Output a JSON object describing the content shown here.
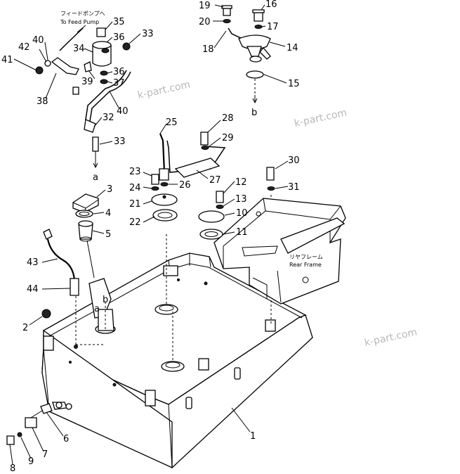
{
  "labels": {
    "feed_pump_jp": "フィードポンプへ",
    "feed_pump_en": "To Feed Pump",
    "rear_frame_jp": "リヤフレーム",
    "rear_frame_en": "Rear Frame"
  },
  "arrow_letters": [
    "a",
    "a",
    "b",
    "b"
  ],
  "watermark": "k-part.com",
  "callouts": [
    "1",
    "2",
    "3",
    "4",
    "5",
    "6",
    "7",
    "8",
    "9",
    "10",
    "11",
    "12",
    "13",
    "14",
    "15",
    "16",
    "17",
    "18",
    "19",
    "20",
    "21",
    "22",
    "23",
    "24",
    "25",
    "26",
    "27",
    "28",
    "29",
    "30",
    "31",
    "32",
    "33",
    "33",
    "34",
    "35",
    "36",
    "36",
    "37",
    "38",
    "39",
    "40",
    "40",
    "41",
    "42",
    "43",
    "44"
  ]
}
